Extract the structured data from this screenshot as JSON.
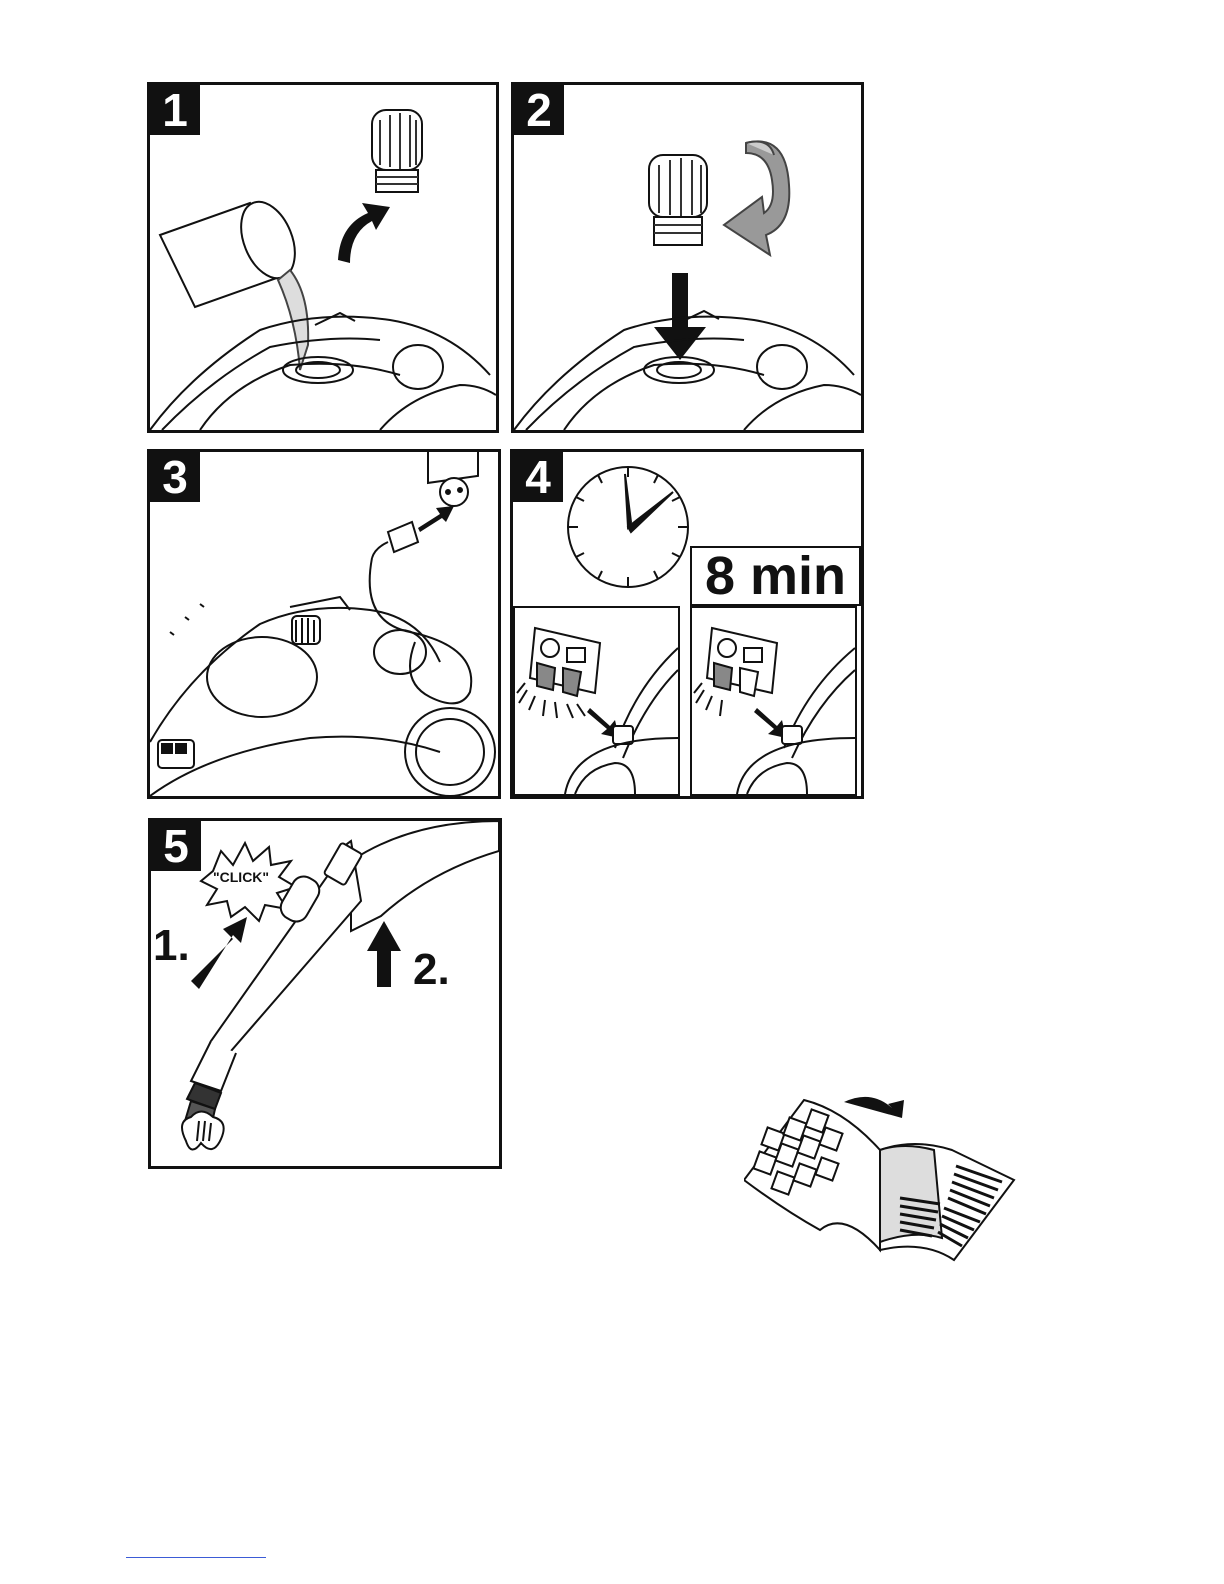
{
  "steps": [
    {
      "number": "1"
    },
    {
      "number": "2"
    },
    {
      "number": "3"
    },
    {
      "number": "4",
      "duration_label": "8 min"
    },
    {
      "number": "5",
      "sound_label": "\"CLICK\"",
      "order_1": "1.",
      "order_2": "2."
    }
  ],
  "icons": {
    "step1": [
      "measuring-cup-icon",
      "cap-icon",
      "curved-arrow-icon",
      "steam-cleaner-icon"
    ],
    "step2": [
      "cap-icon",
      "rotate-arrow-icon",
      "down-arrow-icon",
      "steam-cleaner-icon"
    ],
    "step3": [
      "wall-socket-icon",
      "plug-icon",
      "steam-cleaner-icon"
    ],
    "step4": [
      "clock-icon",
      "indicator-lights-icon"
    ],
    "step5": [
      "steam-gun-icon",
      "brush-nozzle-icon"
    ],
    "footer": [
      "manual-booklet-icon"
    ]
  }
}
